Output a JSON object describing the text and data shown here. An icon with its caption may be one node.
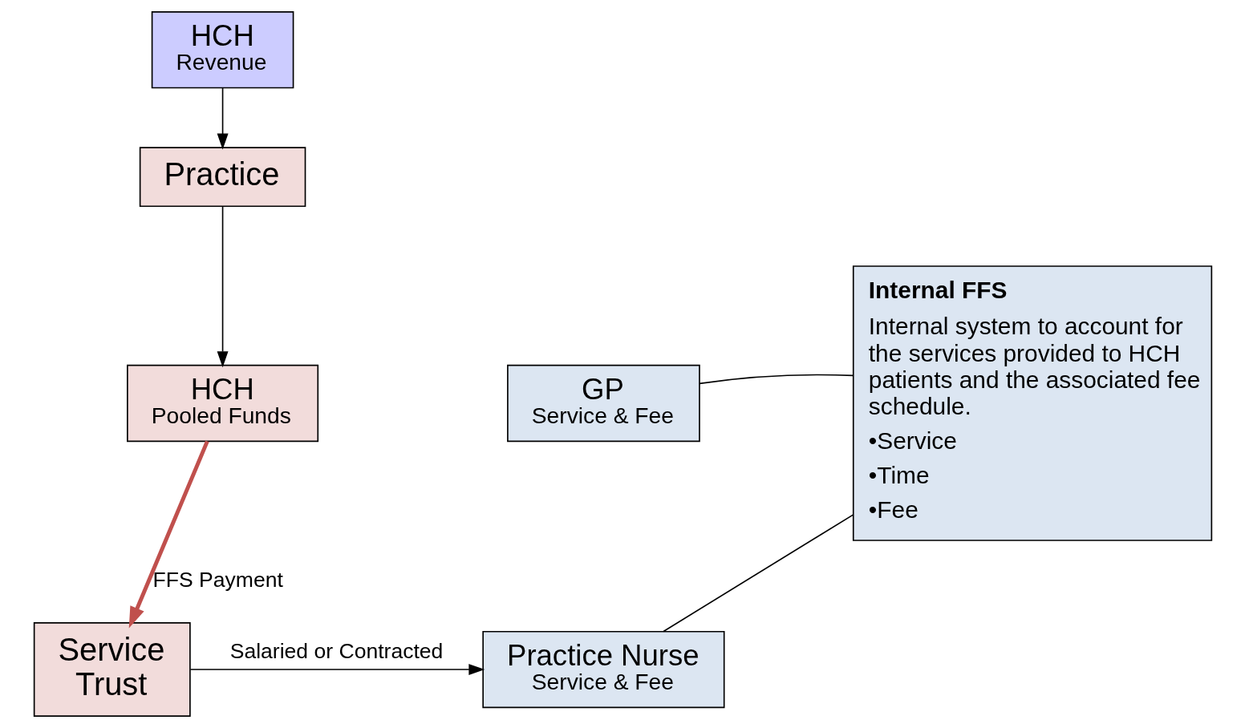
{
  "diagram": {
    "nodes": [
      {
        "text": [
          "HCH",
          "Revenue"
        ]
      },
      {
        "text": [
          "Practice"
        ]
      },
      {
        "text": [
          "HCH",
          "Pooled Funds"
        ]
      },
      {
        "text": [
          "Service Trust"
        ]
      },
      {
        "text": [
          "GP",
          "Service & Fee"
        ]
      },
      {
        "text": [
          "Practice Nurse",
          "Service & Fee"
        ]
      },
      {
        "text": [
          "Internal FFS",
          "Internal system to account for the services provided to HCH patients and the associated fee schedule.",
          "•Service",
          "•Time",
          "•Fee"
        ]
      }
    ],
    "edges": [
      {
        "from": 0,
        "to": 1,
        "arrow": "to"
      },
      {
        "from": 1,
        "to": 2,
        "arrow": "to"
      },
      {
        "from": 2,
        "to": 3,
        "arrow": "to",
        "label": "FFS Payment",
        "style": "thick",
        "color": "#c0504d"
      },
      {
        "from": 3,
        "to": 5,
        "arrow": "to",
        "label": "Salaried or Contracted"
      },
      {
        "from": 4,
        "to": 6,
        "arrow": "none"
      },
      {
        "from": 5,
        "to": 6,
        "arrow": "none"
      }
    ]
  }
}
